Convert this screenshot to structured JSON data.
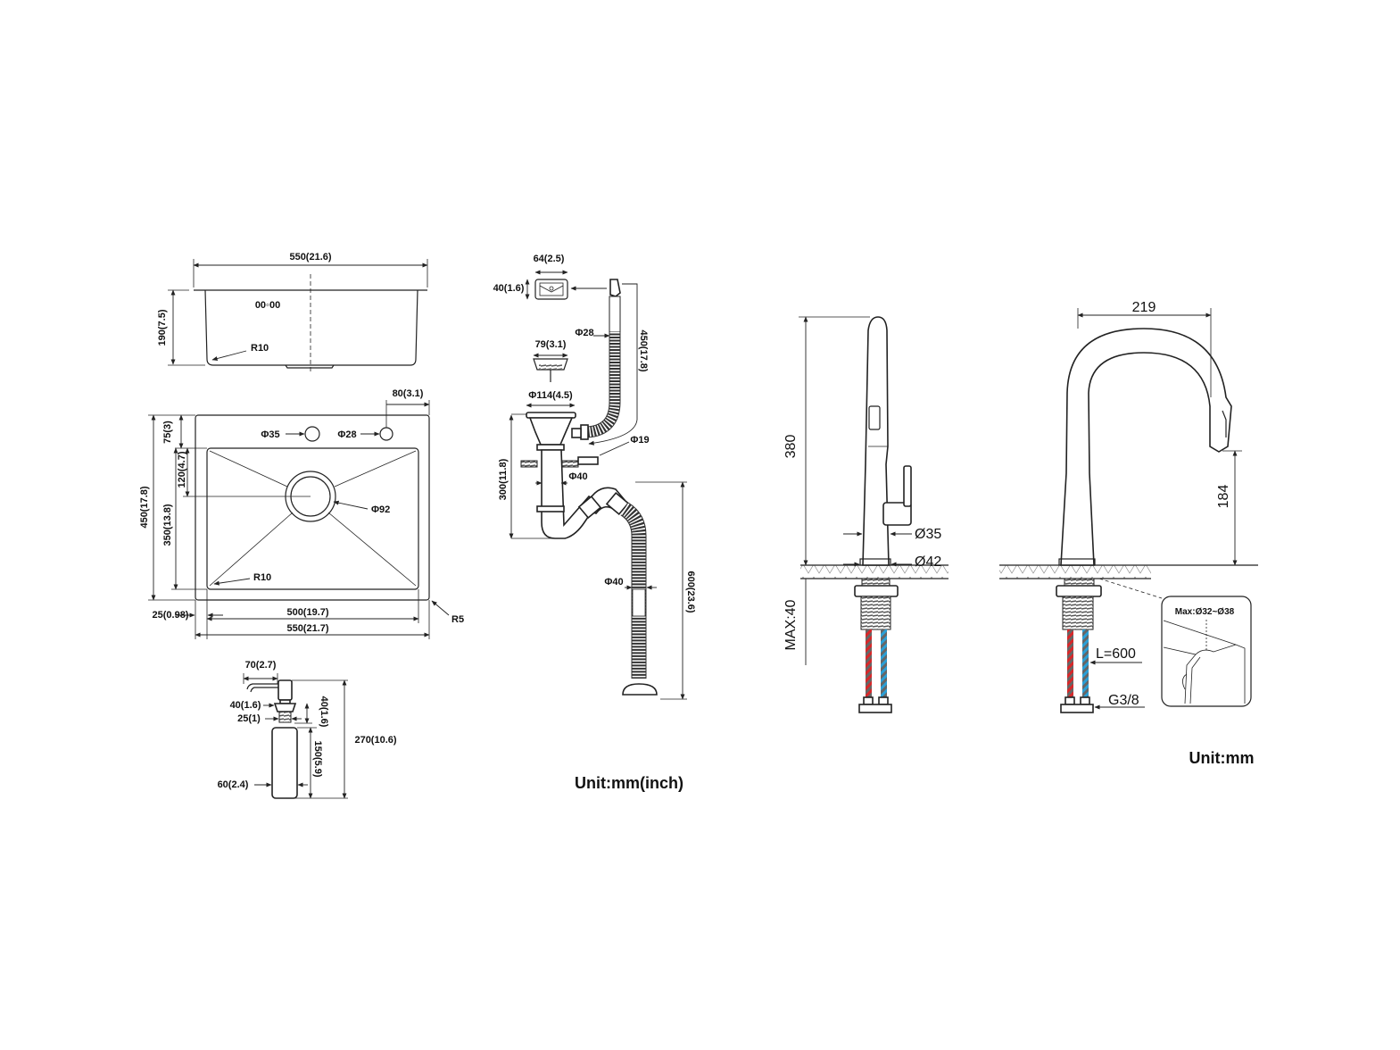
{
  "sink": {
    "side_width": "550(21.6)",
    "side_height": "190(7.5)",
    "side_radius": "R10",
    "overflow_mark": "00◦00",
    "top_width_outer": "550(21.7)",
    "bowl_width": "500(19.7)",
    "rim_offset": "25(0.98)",
    "depth_outer": "450(17.8)",
    "rim_top": "75(3)",
    "drain_offset": "120(4.7)",
    "bowl_depth": "350(13.8)",
    "edge_hole_offset": "80(3.1)",
    "faucet_hole": "Φ35",
    "dispenser_hole": "Φ28",
    "drain_diameter": "Φ92",
    "bowl_radius": "R10",
    "corner_radius": "R5"
  },
  "dispenser": {
    "spout": "70(2.7)",
    "collar": "40(1.6)",
    "neck": "25(1)",
    "bottle_dia": "60(2.4)",
    "head_height": "40(1.6)",
    "bottle_height": "150(5.9)",
    "total_height": "270(10.6)"
  },
  "drain": {
    "overflow_width": "64(2.5)",
    "overflow_height": "40(1.6)",
    "hose_dia": "Φ28",
    "hose_length": "450(17.8)",
    "basket_dia": "79(3.1)",
    "flange_dia": "Φ114(4.5)",
    "side_inlet": "Φ19",
    "pipe_dia": "Φ40",
    "trap_height": "300(11.8)",
    "outlet_dia": "Φ40",
    "outlet_length": "600(23.6)"
  },
  "unit_left": "Unit:mm(inch)",
  "faucet": {
    "height": "380",
    "max_thickness": "MAX:40",
    "handle_dia": "Ø35",
    "base_dia": "Ø42",
    "reach": "219",
    "spout_height": "184",
    "hose_length": "L=600",
    "connector": "G3/8",
    "hole_range": "Max:Ø32~Ø38"
  },
  "unit_right": "Unit:mm",
  "colors": {
    "hot": "#d8282a",
    "cold": "#2a9fd6",
    "line": "#222222"
  }
}
